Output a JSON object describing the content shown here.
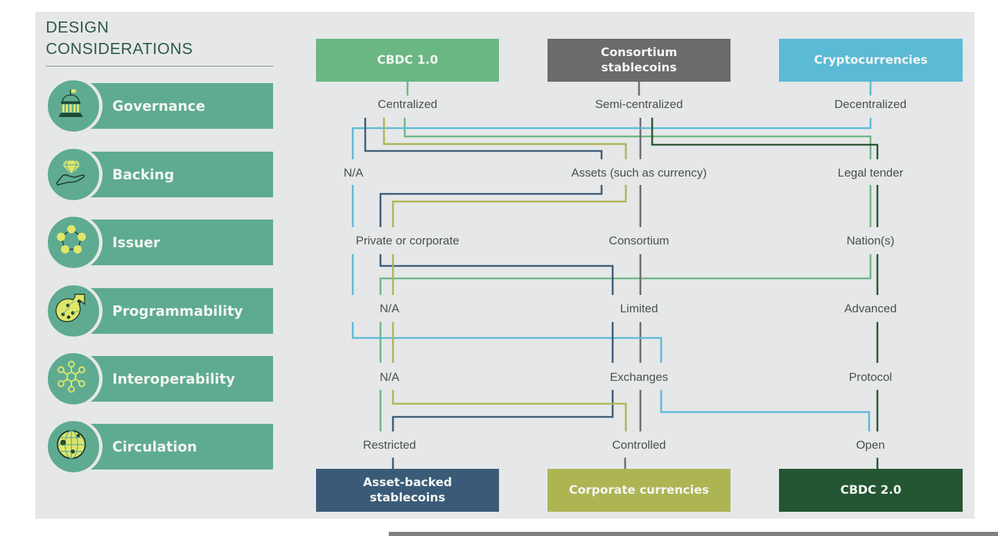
{
  "sidebar": {
    "title_line1": "DESIGN",
    "title_line2": "CONSIDERATIONS",
    "items": [
      {
        "label": "Governance",
        "icon": "government-building-icon"
      },
      {
        "label": "Backing",
        "icon": "hand-diamond-icon"
      },
      {
        "label": "Issuer",
        "icon": "network-ring-icon"
      },
      {
        "label": "Programmability",
        "icon": "circuit-arrow-icon"
      },
      {
        "label": "Interoperability",
        "icon": "hub-network-icon"
      },
      {
        "label": "Circulation",
        "icon": "globe-nodes-icon"
      }
    ]
  },
  "top_boxes": [
    {
      "label": "CBDC 1.0",
      "color": "#6bb784"
    },
    {
      "label": "Consortium stablecoins",
      "color": "#6b6b6b"
    },
    {
      "label": "Cryptocurrencies",
      "color": "#5bbad6"
    }
  ],
  "bottom_boxes": [
    {
      "label": "Asset-backed stablecoins",
      "color": "#3a5b78"
    },
    {
      "label": "Corporate currencies",
      "color": "#adb553"
    },
    {
      "label": "CBDC 2.0",
      "color": "#245634"
    }
  ],
  "rows": [
    {
      "consideration": "Governance",
      "options": [
        "Centralized",
        "Semi-centralized",
        "Decentralized"
      ]
    },
    {
      "consideration": "Backing",
      "options": [
        "N/A",
        "Assets (such as currency)",
        "Legal tender"
      ]
    },
    {
      "consideration": "Issuer",
      "options": [
        "Private or corporate",
        "Consortium",
        "Nation(s)"
      ]
    },
    {
      "consideration": "Programmability",
      "options": [
        "N/A",
        "Limited",
        "Advanced"
      ]
    },
    {
      "consideration": "Interoperability",
      "options": [
        "N/A",
        "Exchanges",
        "Protocol"
      ]
    },
    {
      "consideration": "Circulation",
      "options": [
        "Restricted",
        "Controlled",
        "Open"
      ]
    }
  ],
  "paths": [
    {
      "name": "cbdc-1-0",
      "from": "CBDC 1.0",
      "to": "CBDC 1.0",
      "color": "#6bb784",
      "route": [
        "Centralized",
        "Legal tender",
        "Nation(s)",
        "N/A",
        "N/A",
        "Restricted"
      ]
    },
    {
      "name": "consortium-stablecoins",
      "from": "Consortium stablecoins",
      "to": "Corporate currencies",
      "color": "#6b6b6b",
      "route": [
        "Semi-centralized",
        "Assets (such as currency)",
        "Consortium",
        "Limited",
        "Exchanges",
        "Controlled"
      ]
    },
    {
      "name": "cryptocurrencies",
      "color": "#5bbad6",
      "route": [
        "Decentralized",
        "N/A",
        "Private or corporate",
        "N/A",
        "Exchanges",
        "Open"
      ]
    },
    {
      "name": "asset-backed-stablecoins",
      "color": "#3a5b78",
      "route": [
        "Centralized",
        "Assets (such as currency)",
        "Private or corporate",
        "Limited",
        "Exchanges",
        "Restricted"
      ]
    },
    {
      "name": "corporate-currencies",
      "color": "#adb553",
      "route": [
        "Centralized",
        "Assets (such as currency)",
        "Private or corporate",
        "N/A",
        "N/A",
        "Controlled"
      ]
    },
    {
      "name": "cbdc-2-0",
      "color": "#245634",
      "route": [
        "Semi-centralized",
        "Legal tender",
        "Nation(s)",
        "Advanced",
        "Protocol",
        "Open"
      ]
    }
  ]
}
